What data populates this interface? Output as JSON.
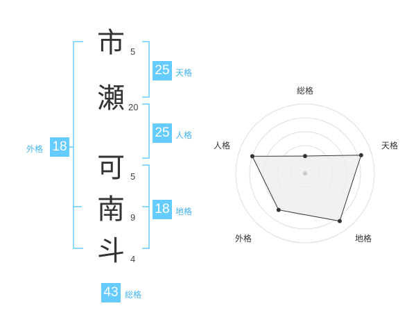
{
  "name": {
    "surname": [
      {
        "char": "市",
        "strokes": "5"
      },
      {
        "char": "瀬",
        "strokes": "20"
      }
    ],
    "given": [
      {
        "char": "可",
        "strokes": "5"
      },
      {
        "char": "南",
        "strokes": "9"
      },
      {
        "char": "斗",
        "strokes": "4"
      }
    ]
  },
  "kaku": {
    "tenkaku": {
      "value": "25",
      "label": "天格"
    },
    "jinkaku": {
      "value": "25",
      "label": "人格"
    },
    "chikaku": {
      "value": "18",
      "label": "地格"
    },
    "gaikaku": {
      "value": "18",
      "label": "外格"
    },
    "soukaku": {
      "value": "43",
      "label": "総格"
    }
  },
  "radar": {
    "axes": [
      "総格",
      "天格",
      "地格",
      "外格",
      "人格"
    ],
    "values": [
      0.25,
      0.85,
      0.85,
      0.65,
      0.8
    ],
    "colors": {
      "fill": "#eeeeee",
      "line": "#333333",
      "grid": "#dddddd",
      "bracket": "#66ccff"
    }
  }
}
